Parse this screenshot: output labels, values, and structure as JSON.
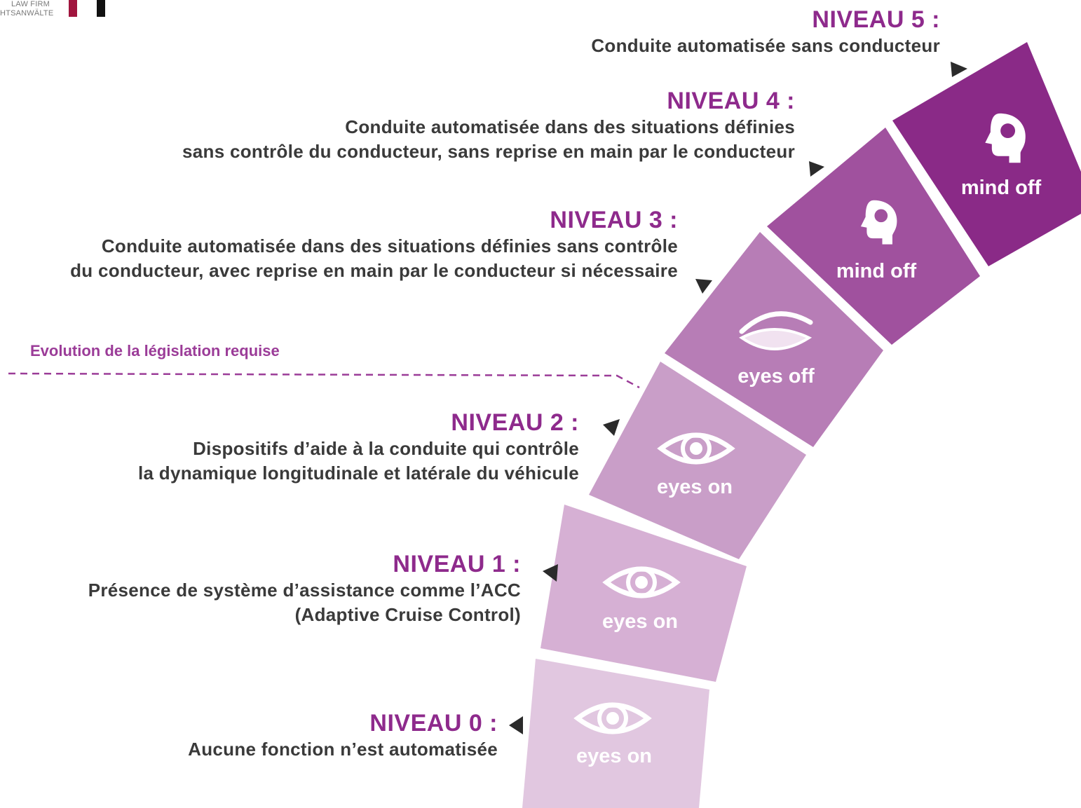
{
  "logo": {
    "line1": "LAW FIRM",
    "line2": "HTSANWÄLTE",
    "colors": [
      "#a0153e",
      "#000000"
    ]
  },
  "legislation_note": "Evolution de la législation requise",
  "levels": [
    {
      "title": "NIVEAU 0 :",
      "desc": [
        "Aucune fonction n’est automatisée"
      ],
      "step_label": "eyes on",
      "icon": "eye-icon",
      "color": "#e1c7e0"
    },
    {
      "title": "NIVEAU 1 :",
      "desc": [
        "Présence de système d’assistance comme l’ACC",
        "(Adaptive Cruise Control)"
      ],
      "step_label": "eyes on",
      "icon": "eye-icon",
      "color": "#d6b0d4"
    },
    {
      "title": "NIVEAU 2 :",
      "desc": [
        "Dispositifs d’aide à la conduite qui contrôle",
        "la dynamique longitudinale et latérale du véhicule"
      ],
      "step_label": "eyes on",
      "icon": "eye-icon",
      "color": "#c99ec8"
    },
    {
      "title": "NIVEAU 3 :",
      "desc": [
        "Conduite automatisée dans des situations définies sans contrôle",
        "du conducteur, avec reprise en main par le conducteur si nécessaire"
      ],
      "step_label": "eyes off",
      "icon": "closed-eye-icon",
      "color": "#b77db6"
    },
    {
      "title": "NIVEAU 4 :",
      "desc": [
        "Conduite automatisée dans des situations définies",
        "sans contrôle du conducteur, sans reprise en main par le conducteur"
      ],
      "step_label": "mind off",
      "icon": "head-icon",
      "color": "#a0519e"
    },
    {
      "title": "NIVEAU 5 :",
      "desc": [
        "Conduite automatisée sans conducteur"
      ],
      "step_label": "mind off",
      "icon": "head-icon",
      "color": "#8a2a87"
    }
  ]
}
